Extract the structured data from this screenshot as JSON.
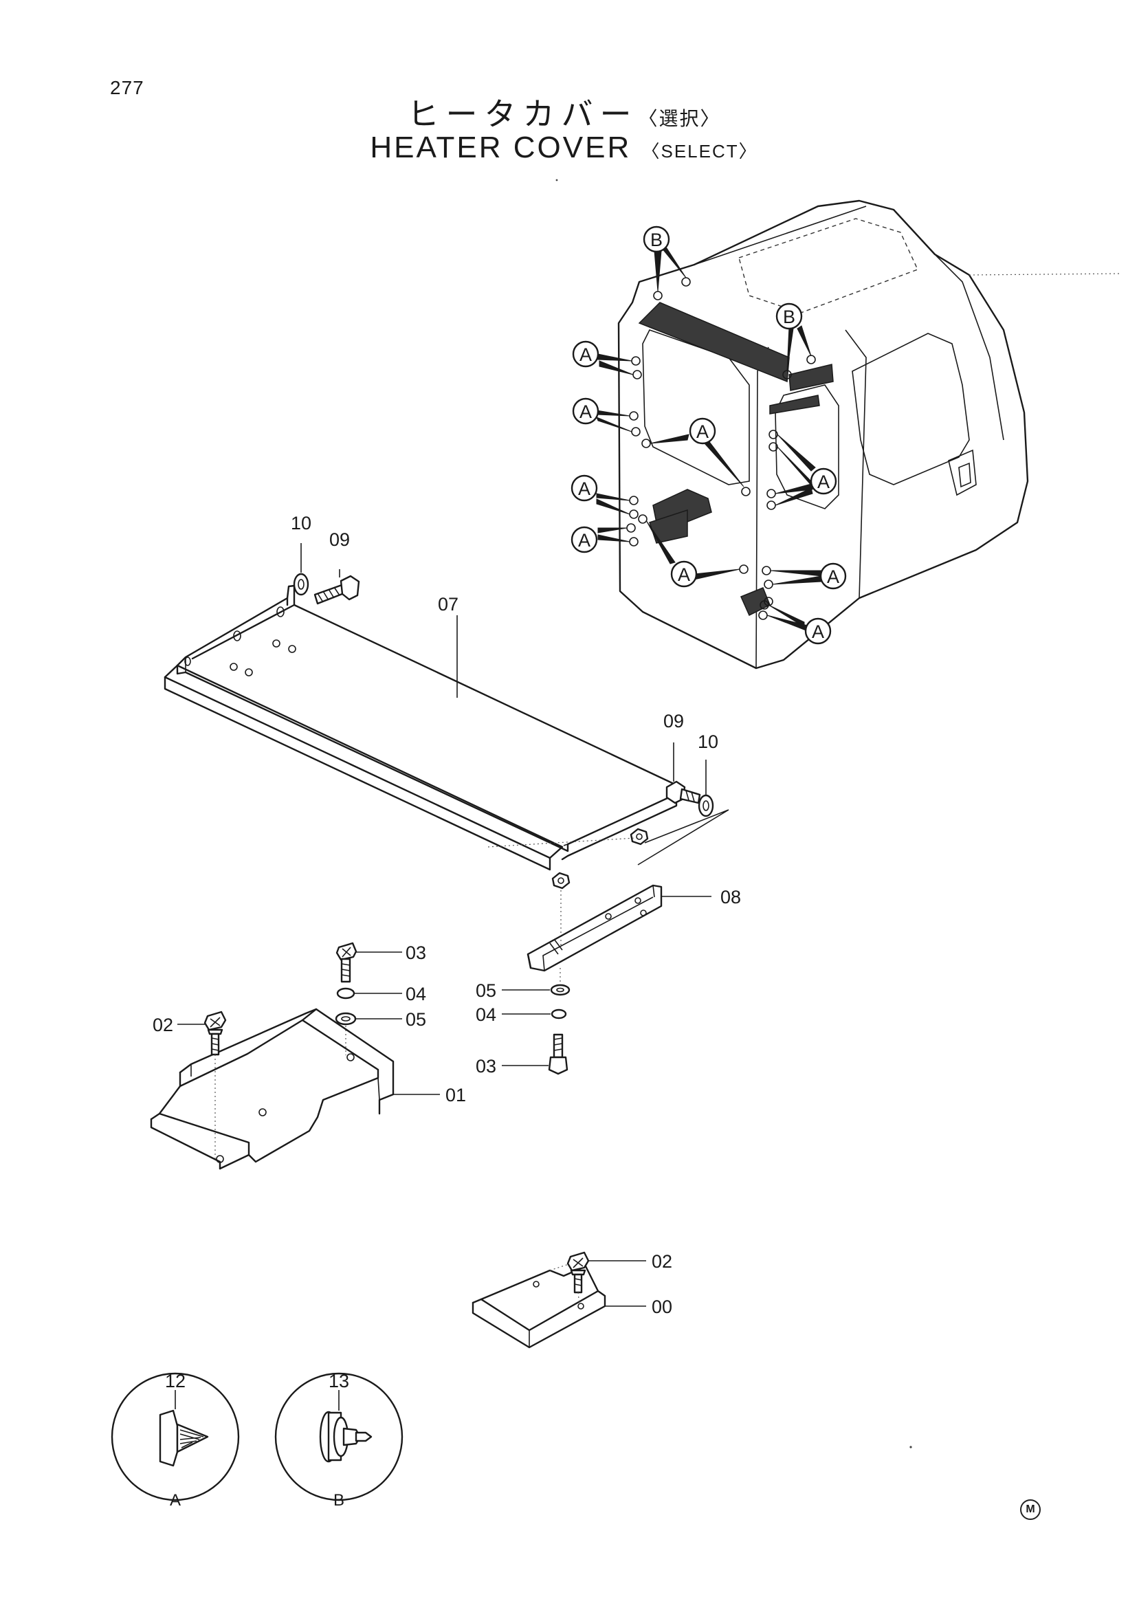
{
  "header": {
    "page_number": "277",
    "title_jp": "ヒータカバー",
    "title_jp_note": "〈選択〉",
    "title_en": "HEATER COVER",
    "title_en_note": "〈SELECT〉"
  },
  "parts": {
    "p00": "00",
    "p01": "01",
    "p02": "02",
    "p03": "03",
    "p04": "04",
    "p05": "05",
    "p07": "07",
    "p08": "08",
    "p09": "09",
    "p10": "10",
    "p12": "12",
    "p13": "13"
  },
  "callouts": {
    "a": "A",
    "b": "B"
  },
  "detail_views": [
    {
      "part": "12",
      "letter": "A"
    },
    {
      "part": "13",
      "letter": "B"
    }
  ],
  "footer_mark": "M"
}
